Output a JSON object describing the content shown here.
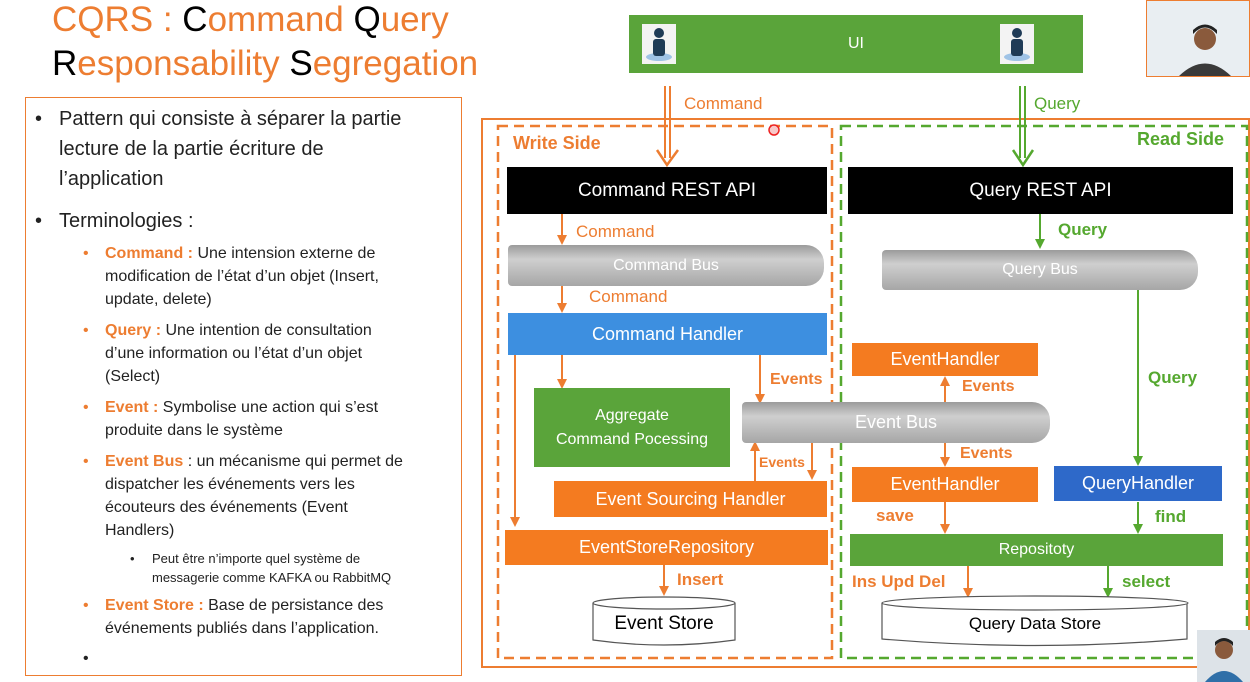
{
  "title": {
    "line1_a": "CQRS :  ",
    "line1_b": "C",
    "line1_c": "ommand ",
    "line1_d": "Q",
    "line1_e": "uery",
    "line2_a": "R",
    "line2_b": "esponsability ",
    "line2_c": "S",
    "line2_d": "egregation"
  },
  "notes": {
    "bullet_pattern": [
      "Pattern qui consiste à séparer la partie",
      "lecture de la partie écriture de",
      "l’application"
    ],
    "bullet_terminologies": "Terminologies :",
    "terms": [
      {
        "keyword": "Command :",
        "lines": [
          " Une intension externe de",
          "modification de l’état d’un objet (Insert,",
          "update, delete)"
        ]
      },
      {
        "keyword": "Query :",
        "lines": [
          " Une intention de consultation",
          "d’une information ou l’état d’un objet",
          "(Select)"
        ]
      },
      {
        "keyword": "Event :",
        "lines": [
          " Symbolise une action qui s’est",
          "produite dans le système"
        ]
      },
      {
        "keyword": "Event Bus",
        "lines": [
          " : un mécanisme qui permet de",
          "dispatcher les événements vers les",
          "écouteurs des événements (Event",
          "Handlers)"
        ]
      },
      {
        "keyword": "Event Store :",
        "lines": [
          " Base de persistance des",
          "événements publiés dans l’application."
        ]
      }
    ],
    "sub_bullet": [
      "Peut être n’importe quel système de",
      "messagerie comme KAFKA ou RabbitMQ"
    ]
  },
  "diagram": {
    "ui_label": "UI",
    "command_label": "Command",
    "query_label": "Query",
    "write_side": "Write Side",
    "read_side": "Read Side",
    "command_rest_api": "Command REST API",
    "query_rest_api": "Query REST API",
    "command_bus": "Command Bus",
    "query_bus": "Query Bus",
    "command_handler": "Command Handler",
    "aggregate": [
      "Aggregate",
      "Command Pocessing"
    ],
    "event_sourcing_handler": "Event Sourcing Handler",
    "event_store_repository": "EventStoreRepository",
    "event_store": "Event Store",
    "event_bus": "Event Bus",
    "event_handler": "EventHandler",
    "query_handler": "QueryHandler",
    "repository": "Repositoty",
    "query_data_store": "Query Data Store",
    "lbl_command": "Command",
    "lbl_query": "Query",
    "lbl_events": "Events",
    "lbl_insert": "Insert",
    "lbl_save": "save",
    "lbl_find": "find",
    "lbl_insupddel": "Ins Upd Del",
    "lbl_select": "select"
  },
  "colors": {
    "orange": "#ED7D31",
    "green": "#55A82F",
    "black": "#000000",
    "blue": "#3D8FE0"
  }
}
